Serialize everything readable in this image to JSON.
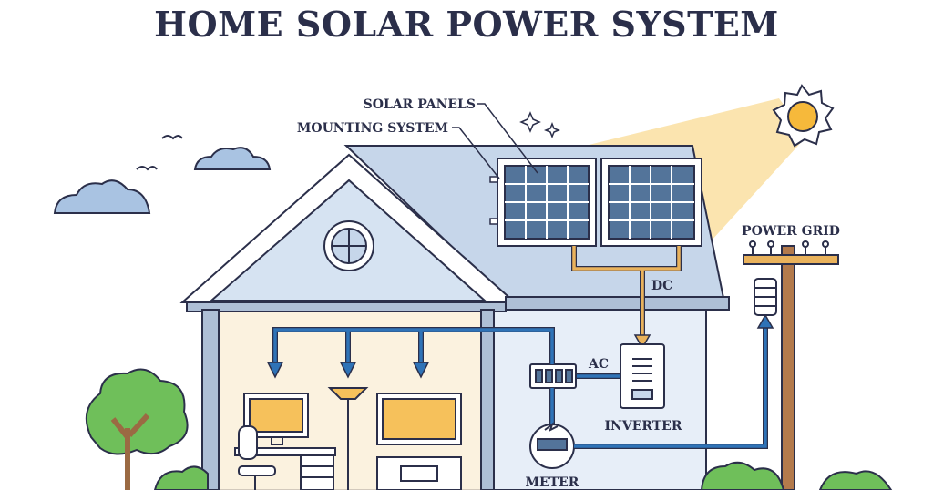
{
  "title": "HOME SOLAR POWER SYSTEM",
  "labels": {
    "solar_panels": "SOLAR PANELS",
    "mounting_system": "MOUNTING SYSTEM",
    "power_grid": "POWER GRID",
    "dc": "DC",
    "ac": "AC",
    "inverter": "INVERTER",
    "meter": "METER"
  },
  "colors": {
    "outline": "#2b2f4a",
    "roof": "#c6d6ea",
    "wall": "#e7eef8",
    "wire_blue": "#2f73b7",
    "wire_orange": "#e9b25c",
    "sun": "#f6b93b",
    "sunbeam": "#fbe1a6",
    "panel_cell": "#53749a",
    "tree": "#6fbf5a",
    "trunk": "#9b6a43",
    "pole": "#b37a4c"
  }
}
